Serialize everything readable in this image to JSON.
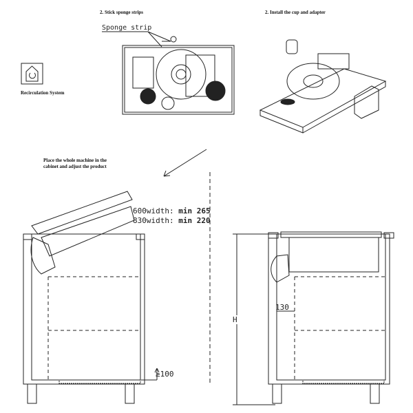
{
  "icon": {
    "name": "recirculation-house-icon",
    "label": "Recirculation System"
  },
  "steps": {
    "sponge": {
      "title": "2. Stick sponge strips",
      "callout": "Sponge strip"
    },
    "cup": {
      "title": "2. Install the cup and adapter"
    },
    "place": {
      "title": "Place the whole machine in the cabinet and adjust the product"
    }
  },
  "dimensions": {
    "w600_label": "600width:",
    "w600_value": "min 265",
    "w830_label": "830width:",
    "w830_value": "min 220",
    "bottom_gap": "≥100",
    "side_gap": "130",
    "height": "H"
  },
  "colors": {
    "line": "#222222",
    "background": "#ffffff"
  }
}
